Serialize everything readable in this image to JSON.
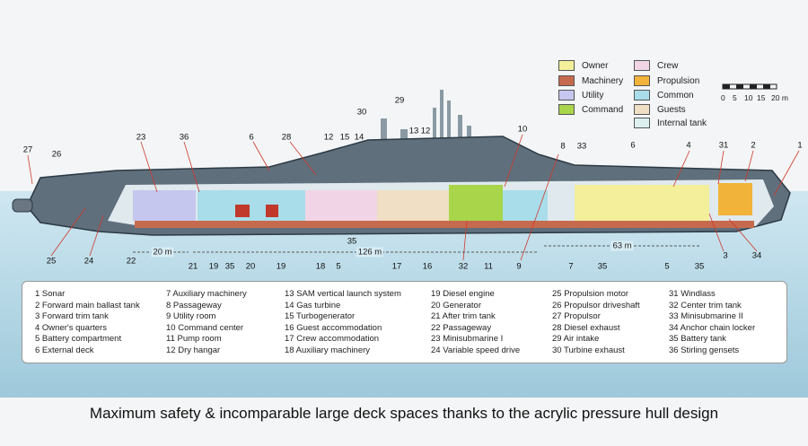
{
  "legend": [
    {
      "label": "Owner",
      "color": "#f3ef9a"
    },
    {
      "label": "Crew",
      "color": "#f1d5e6"
    },
    {
      "label": "Machinery",
      "color": "#c66a4d"
    },
    {
      "label": "Propulsion",
      "color": "#f2b33a"
    },
    {
      "label": "Utility",
      "color": "#c6c7ee"
    },
    {
      "label": "Common",
      "color": "#a9ddea"
    },
    {
      "label": "Command",
      "color": "#a8d54a"
    },
    {
      "label": "Guests",
      "color": "#f0dfc4"
    },
    {
      "label": "Internal tank",
      "color": "#dcf0f0"
    }
  ],
  "scale": {
    "ticks": [
      "0",
      "5",
      "10",
      "15",
      "20 m"
    ]
  },
  "dimensions": [
    "20 m",
    "126 m",
    "63 m"
  ],
  "callouts": [
    "27",
    "26",
    "23",
    "36",
    "6",
    "28",
    "30",
    "29",
    "12",
    "15",
    "14",
    "13",
    "12",
    "10",
    "8",
    "33",
    "6",
    "4",
    "31",
    "2",
    "1",
    "25",
    "24",
    "22",
    "21",
    "19",
    "35",
    "20",
    "19",
    "18",
    "5",
    "35",
    "17",
    "16",
    "32",
    "11",
    "9",
    "7",
    "35",
    "5",
    "35",
    "3",
    "34"
  ],
  "key_columns": [
    [
      "1  Sonar",
      "2  Forward main ballast tank",
      "3  Forward trim tank",
      "4  Owner's quarters",
      "5  Battery compartment",
      "6  External deck"
    ],
    [
      "7   Auxiliary machinery",
      "8   Passageway",
      "9   Utility room",
      "10  Command center",
      "11  Pump room",
      "12  Dry hangar"
    ],
    [
      "13  SAM vertical launch system",
      "14  Gas turbine",
      "15  Turbogenerator",
      "16  Guest accommodation",
      "17  Crew accommodation",
      "18  Auxiliary machinery"
    ],
    [
      "19  Diesel engine",
      "20  Generator",
      "21  After trim tank",
      "22  Passageway",
      "23  Minisubmarine I",
      "24  Variable speed drive"
    ],
    [
      "25  Propulsion motor",
      "26  Propulsor driveshaft",
      "27  Propulsor",
      "28  Diesel exhaust",
      "29  Air intake",
      "30  Turbine exhaust"
    ],
    [
      "31  Windlass",
      "32  Center trim tank",
      "33  Minisubmarine II",
      "34  Anchor chain locker",
      "35  Battery tank",
      "36  Stirling  gensets"
    ]
  ],
  "caption": "Maximum safety & incomparable large deck spaces thanks to the acrylic pressure hull design"
}
